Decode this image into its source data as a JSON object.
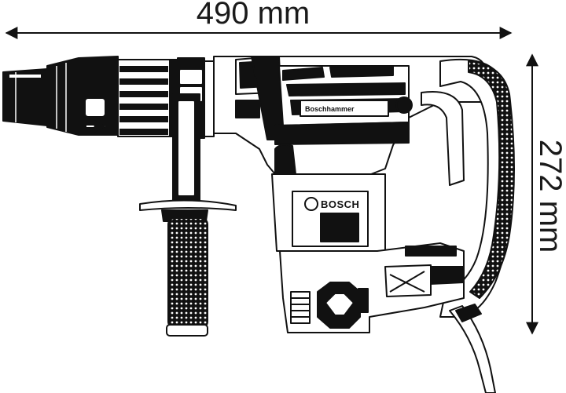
{
  "dimensions": {
    "length_label": "490 mm",
    "height_label": "272 mm"
  },
  "product": {
    "brand_label": "BOSCH",
    "model_label": "Boschhammer"
  },
  "colors": {
    "line": "#111111",
    "body": "#ffffff"
  }
}
